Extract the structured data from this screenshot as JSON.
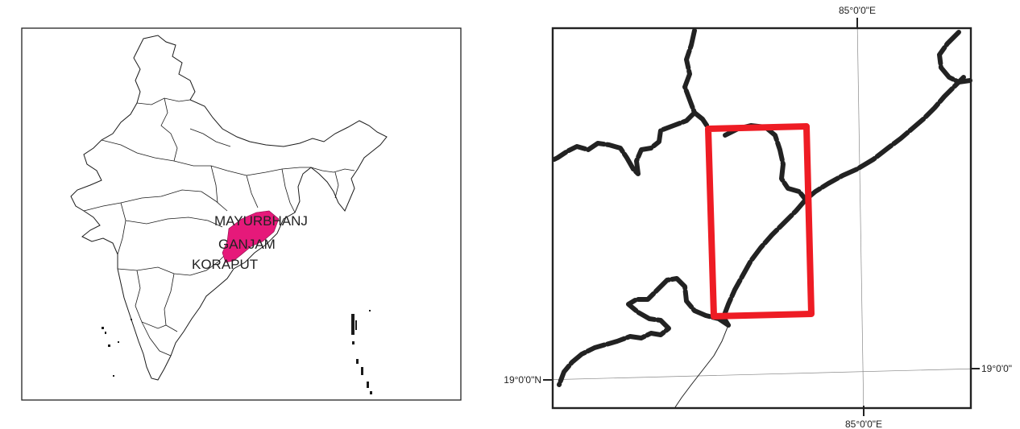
{
  "overview_map": {
    "district_labels": [
      "MAYURBHANJ",
      "GANJAM",
      "KORAPUT"
    ],
    "highlight_color": "#e6197a"
  },
  "detail_map": {
    "graticule": {
      "lon_label_top": "85°0'0\"E",
      "lon_label_bottom": "85°0'0\"E",
      "lat_label_left": "19°0'0\"N",
      "lat_label_right": "19°0'0\""
    },
    "extent_box_color": "#ee1c24",
    "boundary_color": "#222222"
  }
}
